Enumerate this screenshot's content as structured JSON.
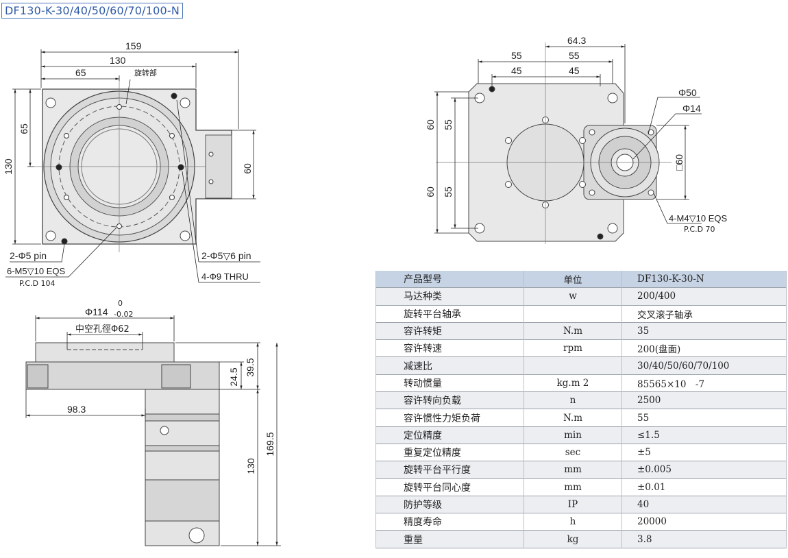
{
  "title": "DF130-K-30/40/50/60/70/100-N",
  "top_view": {
    "dims": [
      "159",
      "130",
      "65",
      "65",
      "130",
      "60"
    ],
    "part_label": "旋转部",
    "callouts": [
      "2-Φ5 pin",
      "6-M5▽10 EQS",
      "P.C.D 104",
      "2-Φ5▽6 pin",
      "4-Φ9 THRU"
    ]
  },
  "side_view": {
    "dims": [
      "Φ114",
      "0",
      "-0.02",
      "中空孔徑Φ62",
      "39.5",
      "24.5",
      "98.3",
      "169.5",
      "130"
    ]
  },
  "back_view": {
    "dims": [
      "64.3",
      "55",
      "55",
      "45",
      "45",
      "60",
      "55",
      "60",
      "55",
      "Φ50",
      "Φ14",
      "□60"
    ],
    "callouts": [
      "4-M4▽10 EQS",
      "P.C.D 70"
    ]
  },
  "spec_table": {
    "headers": [
      "产品型号",
      "单位",
      "DF130-K-30-N"
    ],
    "rows": [
      [
        "马达种类",
        "w",
        "200/400"
      ],
      [
        "旋转平台轴承",
        "",
        "交叉滚子轴承"
      ],
      [
        "容许转矩",
        "N.m",
        "35"
      ],
      [
        "容许转速",
        "rpm",
        "200(盘面)"
      ],
      [
        "减速比",
        "",
        "30/40/50/60/70/100"
      ],
      [
        "转动惯量",
        "kg.m 2",
        "85565×10　-7"
      ],
      [
        "容许转向负载",
        "n",
        "2500"
      ],
      [
        "容许惯性力矩负荷",
        "N.m",
        "55"
      ],
      [
        "定位精度",
        "min",
        "≤1.5"
      ],
      [
        "重复定位精度",
        "sec",
        "±5"
      ],
      [
        "旋转平台平行度",
        "mm",
        "±0.005"
      ],
      [
        "旋转平台同心度",
        "mm",
        "±0.01"
      ],
      [
        "防护等级",
        "IP",
        "40"
      ],
      [
        "精度寿命",
        "h",
        "20000"
      ],
      [
        "重量",
        "kg",
        "3.8"
      ]
    ]
  }
}
